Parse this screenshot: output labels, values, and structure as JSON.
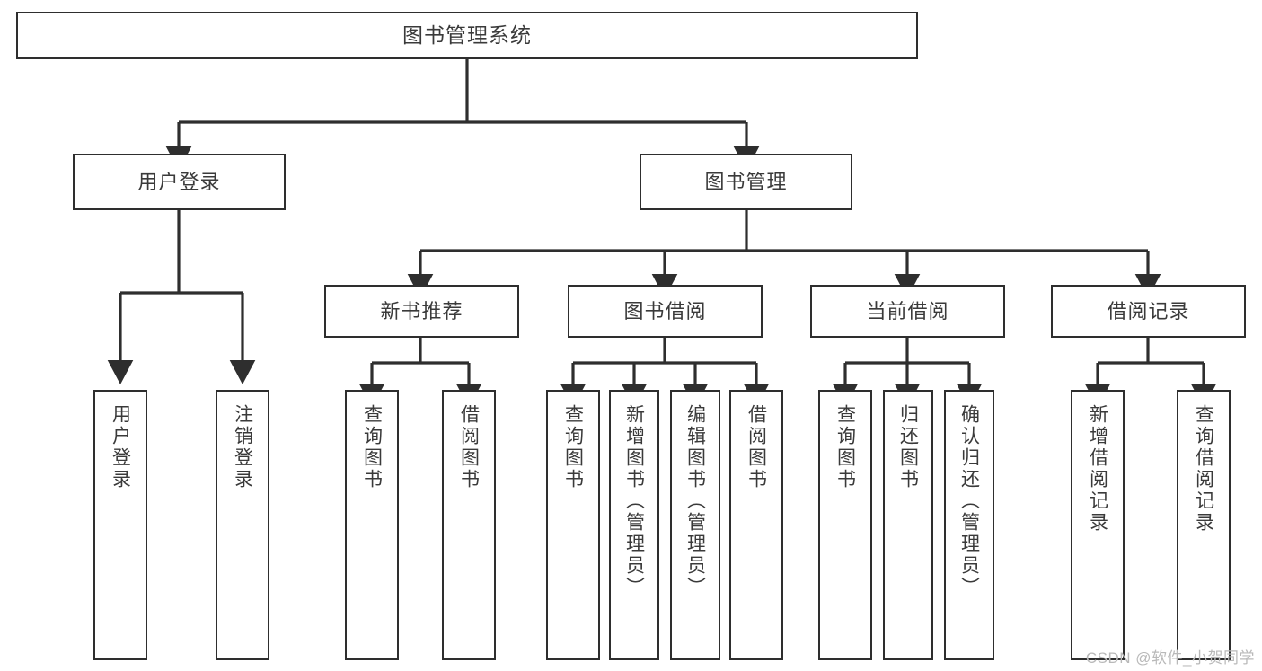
{
  "diagram": {
    "title": "图书管理系统",
    "type": "tree-hierarchy-chart",
    "watermark": "CSDN @软件_小贺同学",
    "colors": {
      "border": "#2e2e2e",
      "text": "#3a3a3a",
      "background": "#ffffff",
      "edge": "#2e2e2e",
      "watermark": "#b9b9b9"
    },
    "root": {
      "id": "root",
      "label": "图书管理系统"
    },
    "level1": [
      {
        "id": "user-login",
        "label": "用户登录"
      },
      {
        "id": "book-admin",
        "label": "图书管理"
      }
    ],
    "level2": [
      {
        "id": "new-book-rec",
        "label": "新书推荐",
        "parent": "book-admin"
      },
      {
        "id": "book-borrow",
        "label": "图书借阅",
        "parent": "book-admin"
      },
      {
        "id": "current-borrow",
        "label": "当前借阅",
        "parent": "book-admin"
      },
      {
        "id": "borrow-record",
        "label": "借阅记录",
        "parent": "book-admin"
      }
    ],
    "leaves": [
      {
        "id": "leaf-user-login",
        "label": "用户登录",
        "parent": "user-login"
      },
      {
        "id": "leaf-user-logout",
        "label": "注销登录",
        "parent": "user-login"
      },
      {
        "id": "leaf-query-book-1",
        "label": "查询图书",
        "parent": "new-book-rec"
      },
      {
        "id": "leaf-borrow-book-1",
        "label": "借阅图书",
        "parent": "new-book-rec"
      },
      {
        "id": "leaf-query-book-2",
        "label": "查询图书",
        "parent": "book-borrow"
      },
      {
        "id": "leaf-add-book",
        "label": "新增图书（管理员）",
        "parent": "book-borrow"
      },
      {
        "id": "leaf-edit-book",
        "label": "编辑图书（管理员）",
        "parent": "book-borrow"
      },
      {
        "id": "leaf-borrow-book-2",
        "label": "借阅图书",
        "parent": "book-borrow"
      },
      {
        "id": "leaf-query-book-3",
        "label": "查询图书",
        "parent": "current-borrow"
      },
      {
        "id": "leaf-return-book",
        "label": "归还图书",
        "parent": "current-borrow"
      },
      {
        "id": "leaf-confirm-return",
        "label": "确认归还（管理员）",
        "parent": "current-borrow"
      },
      {
        "id": "leaf-add-record",
        "label": "新增借阅记录",
        "parent": "borrow-record"
      },
      {
        "id": "leaf-query-record",
        "label": "查询借阅记录",
        "parent": "borrow-record"
      }
    ]
  }
}
